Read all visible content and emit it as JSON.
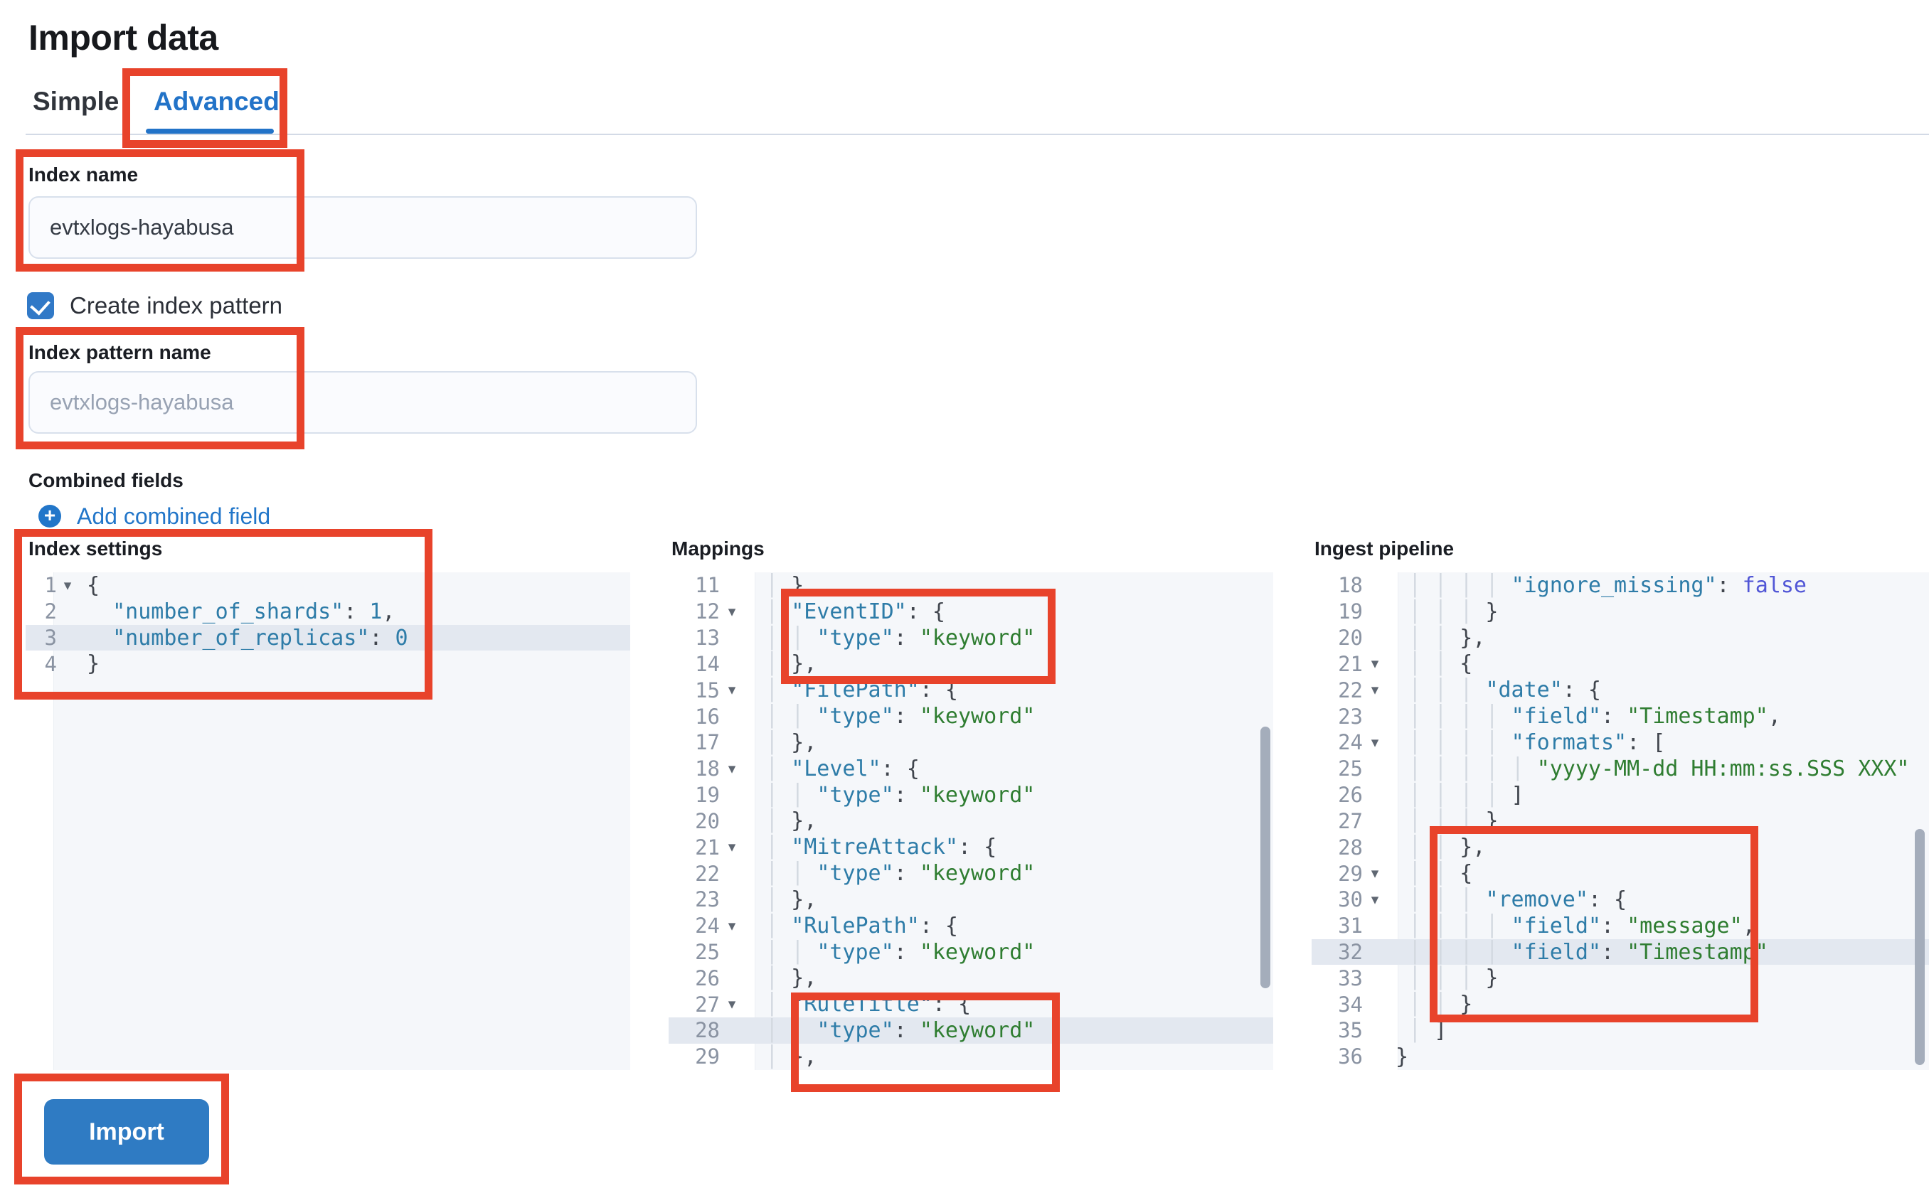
{
  "page": {
    "title": "Import data"
  },
  "tabs": [
    {
      "label": "Simple",
      "active": false
    },
    {
      "label": "Advanced",
      "active": true
    }
  ],
  "form": {
    "index_name": {
      "label": "Index name",
      "value": "evtxlogs-hayabusa"
    },
    "create_index_pattern": {
      "label": "Create index pattern",
      "checked": true
    },
    "index_pattern_name": {
      "label": "Index pattern name",
      "placeholder": "evtxlogs-hayabusa"
    },
    "combined_fields": {
      "label": "Combined fields",
      "add_link_label": "Add combined field",
      "add_icon": "plus-circle-icon"
    }
  },
  "editors": [
    {
      "id": "index-settings",
      "label": "Index settings",
      "active_line": 3,
      "lines": [
        {
          "n": 1,
          "fold": true,
          "text": "{"
        },
        {
          "n": 2,
          "fold": false,
          "text": "  \"number_of_shards\": 1,"
        },
        {
          "n": 3,
          "fold": false,
          "text": "  \"number_of_replicas\": 0"
        },
        {
          "n": 4,
          "fold": false,
          "text": "}"
        }
      ]
    },
    {
      "id": "mappings",
      "label": "Mappings",
      "active_line": 28,
      "lines": [
        {
          "n": 11,
          "fold": false,
          "text": " │ },"
        },
        {
          "n": 12,
          "fold": true,
          "text": " │ \"EventID\": {"
        },
        {
          "n": 13,
          "fold": false,
          "text": " │ │ \"type\": \"keyword\""
        },
        {
          "n": 14,
          "fold": false,
          "text": " │ },"
        },
        {
          "n": 15,
          "fold": true,
          "text": " │ \"FilePath\": {"
        },
        {
          "n": 16,
          "fold": false,
          "text": " │ │ \"type\": \"keyword\""
        },
        {
          "n": 17,
          "fold": false,
          "text": " │ },"
        },
        {
          "n": 18,
          "fold": true,
          "text": " │ \"Level\": {"
        },
        {
          "n": 19,
          "fold": false,
          "text": " │ │ \"type\": \"keyword\""
        },
        {
          "n": 20,
          "fold": false,
          "text": " │ },"
        },
        {
          "n": 21,
          "fold": true,
          "text": " │ \"MitreAttack\": {"
        },
        {
          "n": 22,
          "fold": false,
          "text": " │ │ \"type\": \"keyword\""
        },
        {
          "n": 23,
          "fold": false,
          "text": " │ },"
        },
        {
          "n": 24,
          "fold": true,
          "text": " │ \"RulePath\": {"
        },
        {
          "n": 25,
          "fold": false,
          "text": " │ │ \"type\": \"keyword\""
        },
        {
          "n": 26,
          "fold": false,
          "text": " │ },"
        },
        {
          "n": 27,
          "fold": true,
          "text": " │ \"RuleTitle\": {"
        },
        {
          "n": 28,
          "fold": false,
          "text": " │ │ \"type\": \"keyword\""
        },
        {
          "n": 29,
          "fold": false,
          "text": " │ },"
        }
      ]
    },
    {
      "id": "ingest-pipeline",
      "label": "Ingest pipeline",
      "active_line": 32,
      "lines": [
        {
          "n": 18,
          "fold": false,
          "text": " │ │ │ │ \"ignore_missing\": false"
        },
        {
          "n": 19,
          "fold": false,
          "text": " │ │ │ }"
        },
        {
          "n": 20,
          "fold": false,
          "text": " │ │ },"
        },
        {
          "n": 21,
          "fold": true,
          "text": " │ │ {"
        },
        {
          "n": 22,
          "fold": true,
          "text": " │ │ │ \"date\": {"
        },
        {
          "n": 23,
          "fold": false,
          "text": " │ │ │ │ \"field\": \"Timestamp\","
        },
        {
          "n": 24,
          "fold": true,
          "text": " │ │ │ │ \"formats\": ["
        },
        {
          "n": 25,
          "fold": false,
          "text": " │ │ │ │ │ \"yyyy-MM-dd HH:mm:ss.SSS XXX\""
        },
        {
          "n": 26,
          "fold": false,
          "text": " │ │ │ │ ]"
        },
        {
          "n": 27,
          "fold": false,
          "text": " │ │ │ }"
        },
        {
          "n": 28,
          "fold": false,
          "text": " │ │ },"
        },
        {
          "n": 29,
          "fold": true,
          "text": " │ │ {"
        },
        {
          "n": 30,
          "fold": true,
          "text": " │ │ │ \"remove\": {"
        },
        {
          "n": 31,
          "fold": false,
          "text": " │ │ │ │ \"field\": \"message\","
        },
        {
          "n": 32,
          "fold": false,
          "text": " │ │ │ │ \"field\": \"Timestamp\""
        },
        {
          "n": 33,
          "fold": false,
          "text": " │ │ │ }"
        },
        {
          "n": 34,
          "fold": false,
          "text": " │ │ }"
        },
        {
          "n": 35,
          "fold": false,
          "text": " │ ]"
        },
        {
          "n": 36,
          "fold": false,
          "text": "}"
        }
      ]
    }
  ],
  "import_button": {
    "label": "Import"
  },
  "annotations": {
    "color": "#e8432b",
    "boxes": [
      "advanced-tab",
      "index-name",
      "index-pattern-name",
      "index-settings",
      "mappings-eventid",
      "mappings-ruletitle",
      "pipeline-remove",
      "import-button"
    ]
  },
  "colors": {
    "accent_blue_button": "#2f7bc3",
    "accent_blue_tab": "#2273c8",
    "accent_blue_link": "#2276c9",
    "annotation_red": "#e8432b",
    "code_key": "#2e7ca8",
    "code_string": "#2f7d31",
    "code_boolean": "#5156d6",
    "editor_bg": "#f5f7fa",
    "active_line_bg": "#e3e8f0"
  }
}
